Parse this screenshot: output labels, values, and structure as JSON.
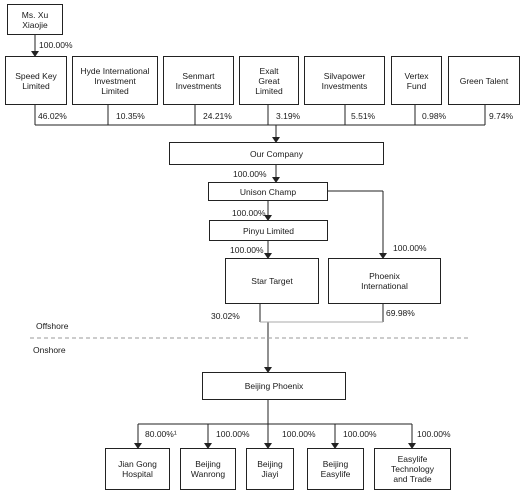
{
  "nodes": {
    "xu": "Ms. Xu\nXiaojie",
    "speed_key": "Speed Key\nLimited",
    "hyde": "Hyde International\nInvestment\nLimited",
    "senmart": "Senmart\nInvestments",
    "exalt": "Exalt\nGreat\nLimited",
    "silvapower": "Silvapower\nInvestments",
    "vertex": "Vertex\nFund",
    "green_talent": "Green Talent",
    "company": "Our Company",
    "unison": "Unison Champ",
    "pinyu": "Pinyu Limited",
    "star_target": "Star Target",
    "phoenix_intl": "Phoenix\nInternational",
    "beijing_phoenix": "Beijing Phoenix",
    "jian_gong": "Jian Gong\nHospital",
    "wanrong": "Beijing\nWanrong",
    "jiayi": "Beijing\nJiayi",
    "easylife": "Beijing\nEasylife",
    "easylife_tech": "Easylife\nTechnology\nand Trade"
  },
  "percentages": {
    "xu_to_speed_key": "100.00%",
    "speed_key": "46.02%",
    "hyde": "10.35%",
    "senmart": "24.21%",
    "exalt": "3.19%",
    "silvapower": "5.51%",
    "vertex": "0.98%",
    "green_talent": "9.74%",
    "company_to_unison": "100.00%",
    "unison_to_pinyu": "100.00%",
    "pinyu_to_star": "100.00%",
    "unison_to_phoenix_intl": "100.00%",
    "star_to_bj_phoenix": "30.02%",
    "phoenix_intl_to_bj_phoenix": "69.98%",
    "jian_gong": "80.00%¹",
    "wanrong": "100.00%",
    "jiayi": "100.00%",
    "easylife": "100.00%",
    "easylife_tech": "100.00%"
  },
  "sections": {
    "offshore": "Offshore",
    "onshore": "Onshore"
  }
}
